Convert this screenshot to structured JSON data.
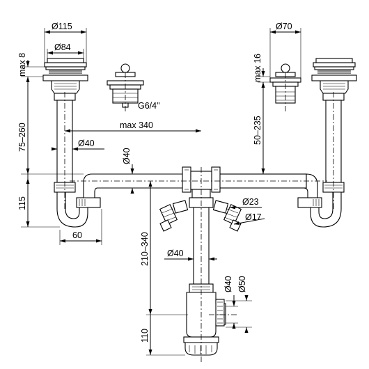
{
  "labels": {
    "d115": "Ø115",
    "d84": "Ø84",
    "d70": "Ø70",
    "max8": "max 8",
    "max16": "max 16",
    "g64": "G6/4\"",
    "r75_260": "75–260",
    "max340": "max 340",
    "r50_235": "50–235",
    "d40_left": "Ø40",
    "d40_vert": "Ø40",
    "d115_h": "115",
    "d60": "60",
    "d23": "Ø23",
    "d17": "Ø17",
    "r210_340": "210–340",
    "d40_mid": "Ø40",
    "d40_trap": "Ø40",
    "d50_trap": "Ø50",
    "d110": "110"
  }
}
